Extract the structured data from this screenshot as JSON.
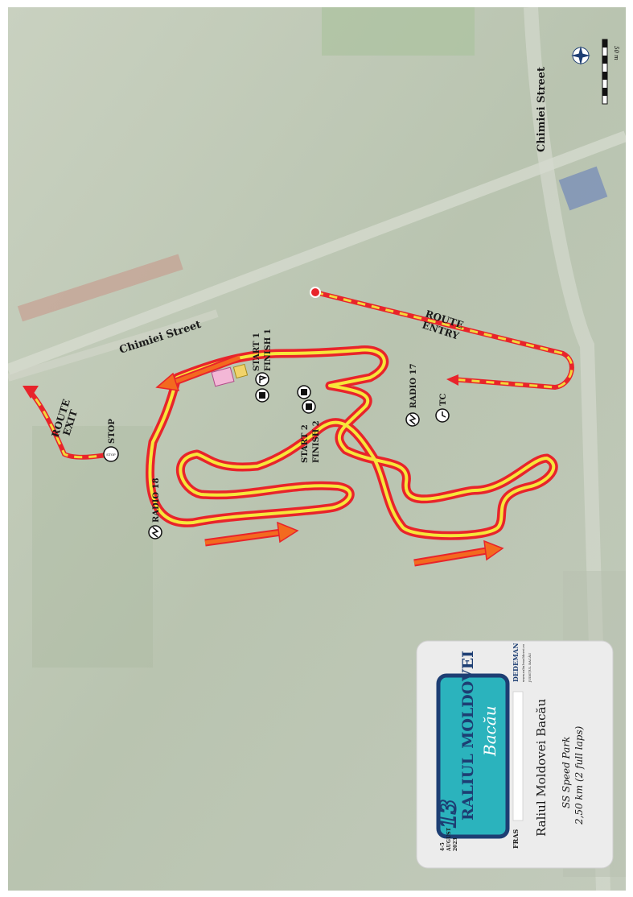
{
  "map": {
    "streets": {
      "chimiei_top": "Chimiei Street",
      "chimiei_right": "Chimiei Street"
    },
    "labels": {
      "route_exit_1": "ROUTE",
      "route_exit_2": "EXIT",
      "route_entry_1": "ROUTE",
      "route_entry_2": "ENTRY",
      "start1": "START 1",
      "finish1": "FINISH 1",
      "start2": "START 2",
      "finish2": "FINISH 2",
      "radio17": "RADIO 17",
      "radio18": "RADIO 18",
      "tc": "TC",
      "stop": "STOP",
      "stop_icon_text": "STOP"
    },
    "scale_label": "50 m",
    "colors": {
      "track_outline": "#e8242b",
      "track_fill": "#f7e63a",
      "route_dash_red": "#e8242b",
      "route_dash_yellow": "#f2d83a",
      "arrow": "#f36a1f",
      "badge_teal": "#2bb3bd",
      "badge_navy": "#1d3e73"
    }
  },
  "info_card": {
    "event_number": "13",
    "event_name": "RALIUL MOLDOVEI",
    "event_city": "Bacău",
    "dates_1": "4-5",
    "dates_2": "AUGUST",
    "dates_3": "2023",
    "sponsor_1": "DEDEMAN",
    "sponsor_1_url": "www.raliul-moldovei.ro",
    "sponsor_2": "JUDEȚUL BACĂU",
    "sponsor_3": "FRAS",
    "title": "Raliul Moldovei Bacău",
    "stage_name": "SS Speed Park",
    "stage_length": "2,50 km (2 full laps)"
  }
}
